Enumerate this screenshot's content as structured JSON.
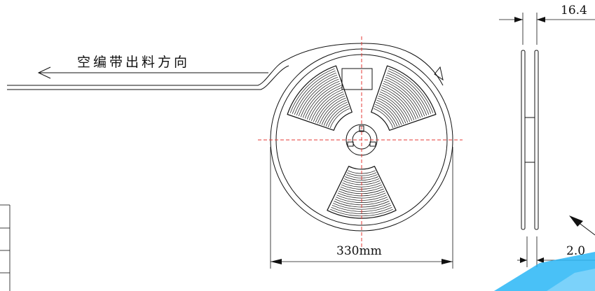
{
  "labels": {
    "direction_text": "空编带出料方向",
    "diameter_dim": "330mm",
    "width_dim": "16.4",
    "hub_dim": "2.0"
  },
  "colors": {
    "line": "#111111",
    "centerline": "#e53935",
    "watermark": "#29b6f6"
  }
}
